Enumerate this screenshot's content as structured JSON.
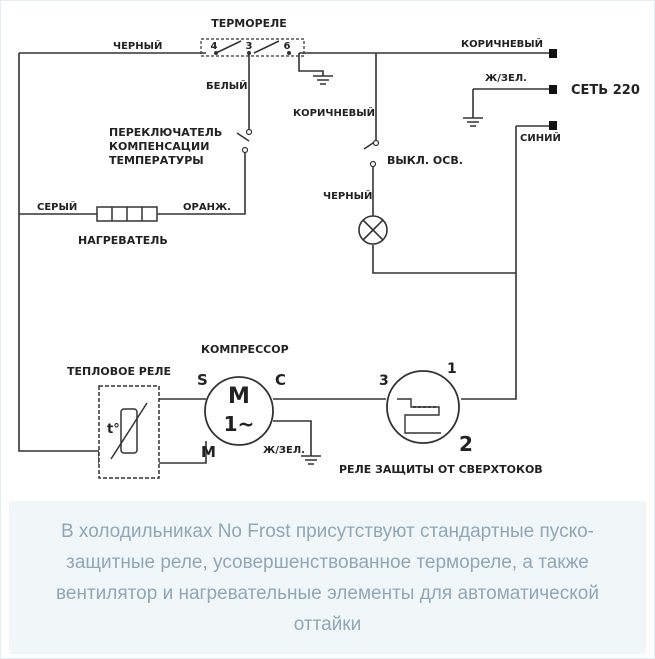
{
  "diagram": {
    "labels": {
      "thermostat": "ТЕРМОРЕЛЕ",
      "pin4": "4",
      "pin3": "3",
      "pin6": "6",
      "black_top": "ЧЕРНЫЙ",
      "brown_top": "КОРИЧНЕВЫЙ",
      "white": "БЕЛЫЙ",
      "yellow_green": "Ж/ЗЕЛ.",
      "mains": "СЕТЬ 220",
      "brown_mid": "КОРИЧНЕВЫЙ",
      "blue": "СИНИЙ",
      "switch_line1": "ПЕРЕКЛЮЧАТЕЛЬ",
      "switch_line2": "КОМПЕНСАЦИИ",
      "switch_line3": "ТЕМПЕРАТУРЫ",
      "light_switch": "ВЫКЛ. ОСВ.",
      "black_lamp": "ЧЕРНЫЙ",
      "gray": "СЕРЫЙ",
      "orange": "ОРАНЖ.",
      "heater": "НАГРЕВАТЕЛЬ",
      "compressor": "КОМПРЕССОР",
      "thermal_relay": "ТЕПЛОВОЕ РЕЛЕ",
      "term_s": "S",
      "term_c": "C",
      "term_m": "M",
      "motor_m": "M",
      "motor_phase": "1~",
      "yellow_green_bottom": "Ж/ЗЕЛ.",
      "relay_pin3": "3",
      "relay_pin1": "1",
      "relay_pin2": "2",
      "overcurrent_relay": "РЕЛЕ ЗАЩИТЫ ОТ СВЕРХТОКОВ",
      "thermal_symbol": "t°"
    }
  },
  "caption": "В холодильниках No Frost присутствуют стандартные пуско-защитные реле, усовершенствованное термореле, а также вентилятор и нагревательные элементы для автоматической оттайки"
}
